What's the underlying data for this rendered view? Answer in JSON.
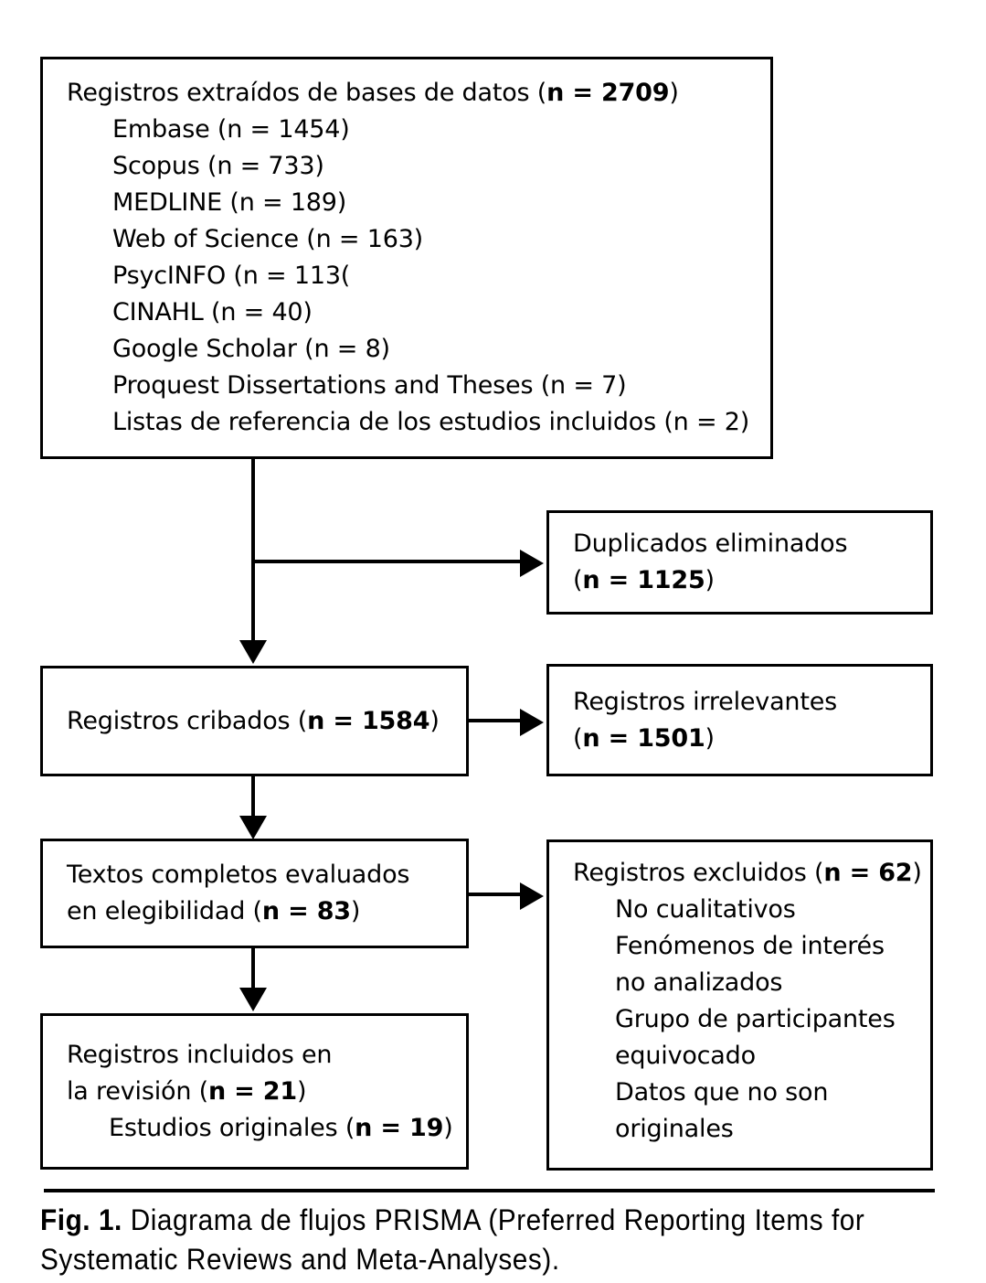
{
  "figure": {
    "caption_label": "Fig. 1.",
    "caption_text": " Diagrama de flujos PRISMA (Preferred Reporting Items for Systematic Reviews and Meta-Analyses)."
  },
  "boxes": {
    "sources": {
      "heading_text": "Registros extraídos de bases de datos (",
      "heading_bold": "n = 2709",
      "heading_close": ")",
      "items": [
        "Embase (n = 1454)",
        "Scopus (n = 733)",
        "MEDLINE (n = 189)",
        "Web of Science (n = 163)",
        "PsycINFO (n = 113(",
        "CINAHL (n = 40)",
        "Google Scholar (n = 8)",
        "Proquest Dissertations and Theses (n = 7)",
        "Listas de referencia de los estudios incluidos (n = 2)"
      ]
    },
    "duplicates": {
      "line1": "Duplicados eliminados",
      "line2_open": "(",
      "line2_bold": "n = 1125",
      "line2_close": ")"
    },
    "screened": {
      "line1_text": "Registros cribados (",
      "line1_bold": "n = 1584",
      "line1_close": ")"
    },
    "irrelevant": {
      "line1": "Registros irrelevantes",
      "line2_open": "(",
      "line2_bold": "n = 1501",
      "line2_close": ")"
    },
    "fulltext": {
      "line1": "Textos completos evaluados",
      "line2_text": "en elegibilidad (",
      "line2_bold": "n = 83",
      "line2_close": ")"
    },
    "excluded": {
      "heading_text": "Registros excluidos (",
      "heading_bold": "n = 62",
      "heading_close": ")",
      "reasons": [
        "No cualitativos",
        "Fenómenos de interés",
        "no analizados",
        "Grupo de participantes",
        "equivocado",
        "Datos que no son",
        "originales"
      ]
    },
    "included": {
      "line1": "Registros incluidos en",
      "line2_text": "la revisión (",
      "line2_bold": "n = 21",
      "line2_close": ")",
      "line3_text": "Estudios originales (",
      "line3_bold": "n = 19",
      "line3_close": ")"
    }
  },
  "colors": {
    "stroke": "#000000",
    "background": "#ffffff"
  }
}
